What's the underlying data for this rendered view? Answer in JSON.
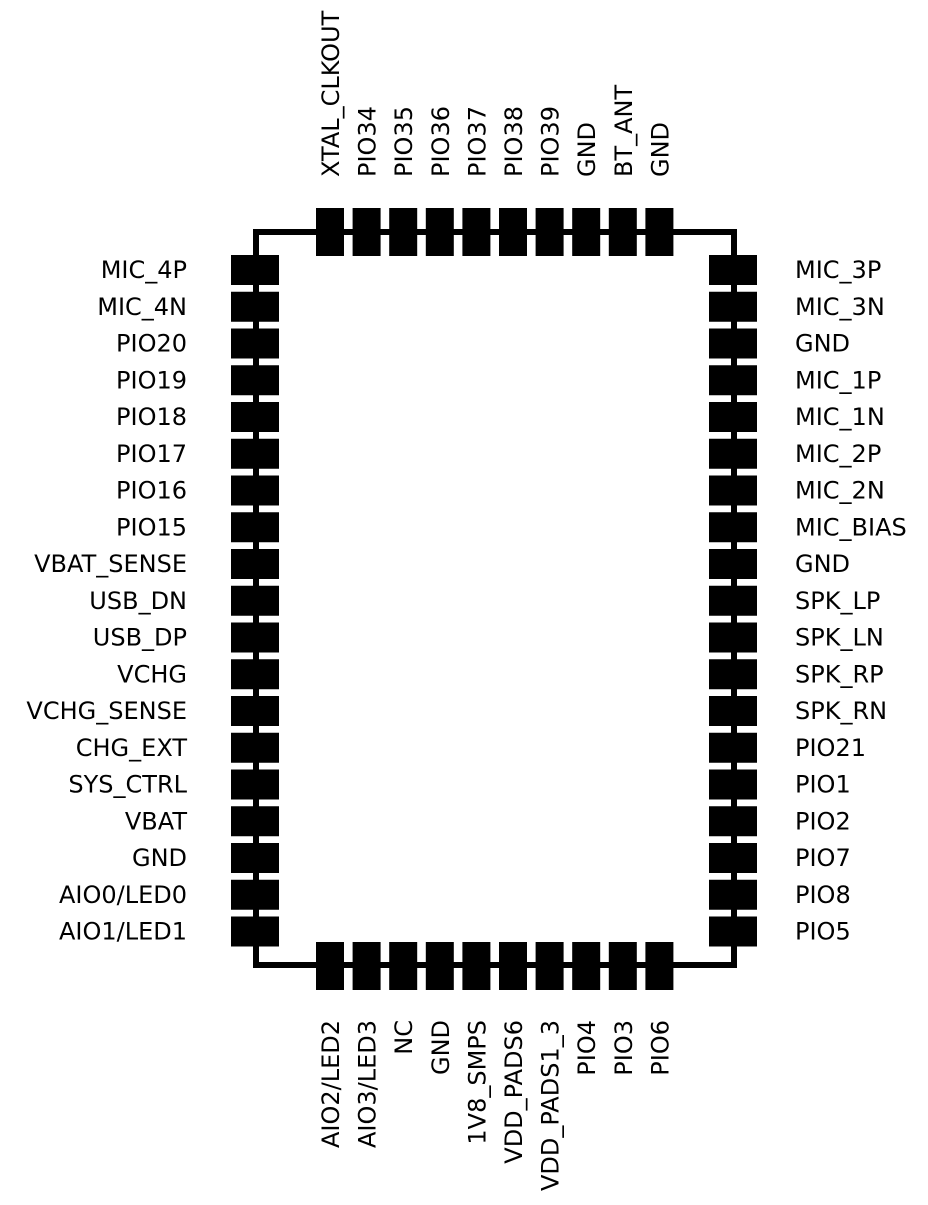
{
  "colors": {
    "ink": "#000000",
    "background": "#ffffff"
  },
  "pins": {
    "top": [
      "XTAL_CLKOUT",
      "PIO34",
      "PIO35",
      "PIO36",
      "PIO37",
      "PIO38",
      "PIO39",
      "GND",
      "BT_ANT",
      "GND"
    ],
    "left": [
      "MIC_4P",
      "MIC_4N",
      "PIO20",
      "PIO19",
      "PIO18",
      "PIO17",
      "PIO16",
      "PIO15",
      "VBAT_SENSE",
      "USB_DN",
      "USB_DP",
      "VCHG",
      "VCHG_SENSE",
      "CHG_EXT",
      "SYS_CTRL",
      "VBAT",
      "GND",
      "AIO0/LED0",
      "AIO1/LED1"
    ],
    "right": [
      "MIC_3P",
      "MIC_3N",
      "GND",
      "MIC_1P",
      "MIC_1N",
      "MIC_2P",
      "MIC_2N",
      "MIC_BIAS",
      "GND",
      "SPK_LP",
      "SPK_LN",
      "SPK_RP",
      "SPK_RN",
      "PIO21",
      "PIO1",
      "PIO2",
      "PIO7",
      "PIO8",
      "PIO5"
    ],
    "bottom": [
      "AIO2/LED2",
      "AIO3/LED3",
      "NC",
      "GND",
      "1V8_SMPS",
      "VDD_PADS6",
      "VDD_PADS1_3",
      "PIO4",
      "PIO3",
      "PIO6"
    ]
  }
}
